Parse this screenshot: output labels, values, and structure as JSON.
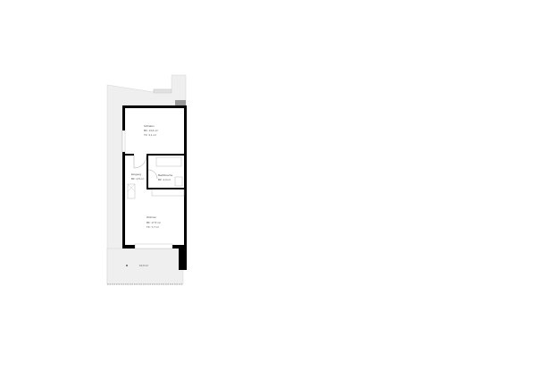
{
  "rooms": [
    {
      "name": "Schlafen",
      "bf": "BF: 14,6 m²",
      "tf": "TF: 3,1 m²"
    },
    {
      "name": "Eingang",
      "bf": "BF: 4,5 m²"
    },
    {
      "name": "Bad/Dusche",
      "bf": "BF: 4,3 m²"
    },
    {
      "name": "Wohnen",
      "bf": "BF: 17,5 m²",
      "tf": "TF: 7,7 m²"
    }
  ],
  "terrace": {
    "area": "10,0 m²"
  },
  "colors": {
    "wall": "#000000",
    "outdoor": "#efefef",
    "fixture": "#cccccc"
  }
}
